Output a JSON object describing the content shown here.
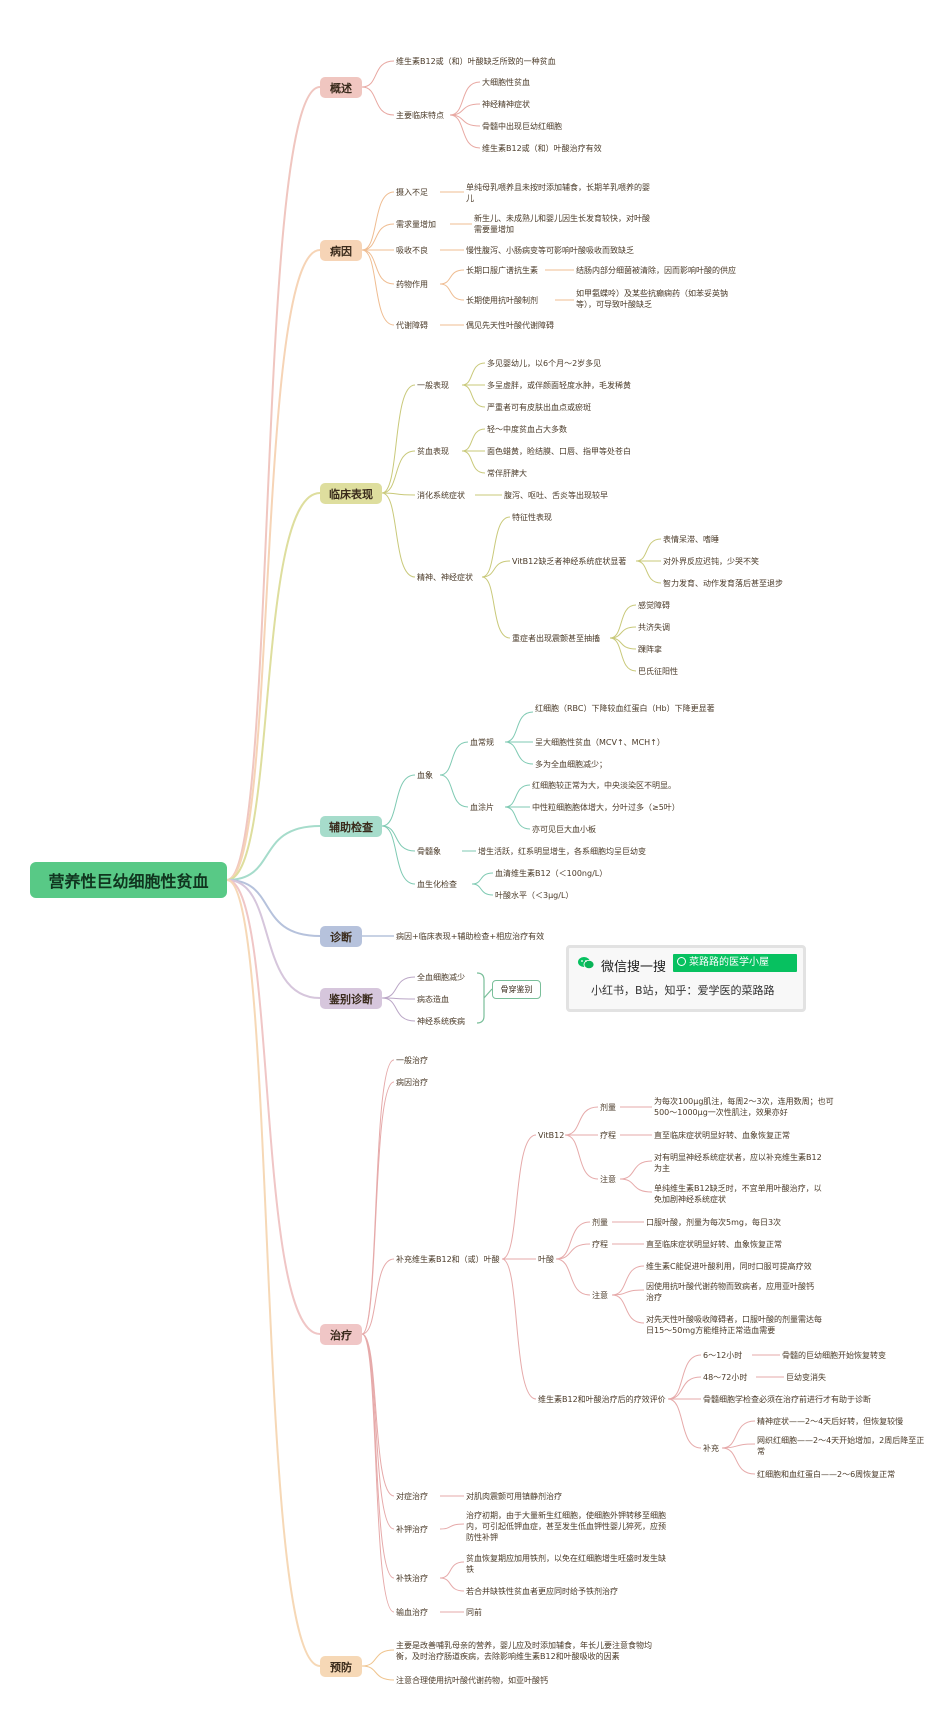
{
  "title": "营养性巨幼细胞性贫血",
  "colors": {
    "root": "#58c986",
    "overview": "#f0c6c0",
    "cause": "#f6d4b6",
    "clinical": "#dede9e",
    "exam": "#a6dccb",
    "diagnosis": "#b6c2dc",
    "differential": "#d6c6dc",
    "treatment": "#f0c6c6",
    "prevention": "#f6d8b6"
  },
  "branches": {
    "overview": {
      "label": "概述",
      "def": "维生素B12或（和）叶酸缺乏所致的一种贫血",
      "features_label": "主要临床特点",
      "features": [
        "大细胞性贫血",
        "神经精神症状",
        "骨髓中出现巨幼红细胞",
        "维生素B12或（和）叶酸治疗有效"
      ]
    },
    "cause": {
      "label": "病因",
      "intake": "摄入不足",
      "intake_detail": "单纯母乳喂养且未按时添加辅食，长期羊乳喂养的婴儿",
      "demand": "需求量增加",
      "demand_detail": "新生儿、未成熟儿和婴儿因生长发育较快，对叶酸需要量增加",
      "absorb": "吸收不良",
      "absorb_detail": "慢性腹泻、小肠病变等可影响叶酸吸收而致缺乏",
      "drug": "药物作用",
      "drug_a": "长期口服广谱抗生素",
      "drug_a_detail": "结肠内部分细菌被清除，因而影响叶酸的供应",
      "drug_b": "长期使用抗叶酸制剂",
      "drug_b_detail": "如甲氨蝶呤）及某些抗癫痫药（如苯妥英钠等），可导致叶酸缺乏",
      "metab": "代谢障碍",
      "metab_detail": "偶见先天性叶酸代谢障碍"
    },
    "clinical": {
      "label": "临床表现",
      "general": "一般表现",
      "general_items": [
        "多见婴幼儿，以6个月～2岁多见",
        "多呈虚胖，或伴颜面轻度水肿，毛发稀黄",
        "严重者可有皮肤出血点或瘀斑"
      ],
      "anemia": "贫血表现",
      "anemia_items": [
        "轻～中度贫血占大多数",
        "面色蜡黄，睑结膜、口唇、指甲等处苍白",
        "常伴肝脾大"
      ],
      "digest": "消化系统症状",
      "digest_detail": "腹泻、呕吐、舌炎等出现较早",
      "neuro": "精神、神经症状",
      "neuro_feature": "特征性表现",
      "neuro_vit": "VitB12缺乏者神经系统症状显著",
      "neuro_vit_items": [
        "表情呆滞、嗜睡",
        "对外界反应迟钝，少哭不笑",
        "智力发育、动作发育落后甚至退步"
      ],
      "neuro_severe": "重症者出现震颤甚至抽搐",
      "neuro_severe_items": [
        "感觉障碍",
        "共济失调",
        "踝阵挛",
        "巴氏征阳性"
      ]
    },
    "exam": {
      "label": "辅助检查",
      "blood": "血象",
      "routine": "血常规",
      "routine_items": [
        "红细胞（RBC）下降较血红蛋白（Hb）下降更显著",
        "呈大细胞性贫血（MCV↑、MCH↑）",
        "多为全血细胞减少；"
      ],
      "smear": "血涂片",
      "smear_items": [
        "红细胞较正常为大，中央淡染区不明显。",
        "中性粒细胞胞体增大，分叶过多（≥5叶）",
        "亦可见巨大血小板"
      ],
      "marrow": "骨髓象",
      "marrow_detail": "增生活跃，红系明显增生，各系细胞均呈巨幼变",
      "biochem": "血生化检查",
      "biochem_items": [
        "血清维生素B12（＜100ng/L）",
        "叶酸水平（＜3μg/L）"
      ]
    },
    "diagnosis": {
      "label": "诊断",
      "detail": "病因+临床表现+辅助检查+相应治疗有效"
    },
    "differential": {
      "label": "鉴别诊断",
      "items": [
        "全血细胞减少",
        "病态造血",
        "神经系统疾病"
      ],
      "tag": "骨穿鉴别"
    },
    "treatment": {
      "label": "治疗",
      "general": "一般治疗",
      "cause": "病因治疗",
      "supplement": "补充维生素B12和（或）叶酸",
      "vitb12": "VitB12",
      "b12_dose": "剂量",
      "b12_dose_detail": "为每次100μg肌注，每周2～3次，连用数周；也可500～1000μg一次性肌注，效果亦好",
      "b12_course": "疗程",
      "b12_course_detail": "直至临床症状明显好转、血象恢复正常",
      "b12_note": "注意",
      "b12_note_items": [
        "对有明显神经系统症状者，应以补充维生素B12为主",
        "单纯维生素B12缺乏时，不宜单用叶酸治疗，以免加剧神经系统症状"
      ],
      "folate": "叶酸",
      "fa_dose": "剂量",
      "fa_dose_detail": "口服叶酸，剂量为每次5mg，每日3次",
      "fa_course": "疗程",
      "fa_course_detail": "直至临床症状明显好转、血象恢复正常",
      "fa_note": "注意",
      "fa_note_items": [
        "维生素C能促进叶酸利用，同时口服可提高疗效",
        "因使用抗叶酸代谢药物而致病者，应用亚叶酸钙治疗",
        "对先天性叶酸吸收障碍者，口服叶酸的剂量需达每日15～50mg方能维持正常造血需要"
      ],
      "eval": "维生素B12和叶酸治疗后的疗效评价",
      "eval_6": "6～12小时",
      "eval_6_detail": "骨髓的巨幼细胞开始恢复转变",
      "eval_48": "48～72小时",
      "eval_48_detail": "巨幼变消失",
      "eval_marrow": "骨髓细胞学检查必须在治疗前进行才有助于诊断",
      "eval_supp": "补充",
      "eval_supp_items": [
        "精神症状——2～4天后好转，但恢复较慢",
        "网织红细胞——2～4天开始增加，2周后降至正常",
        "红细胞和血红蛋白——2～6周恢复正常"
      ],
      "symptom": "对症治疗",
      "symptom_detail": "对肌肉震颤可用镇静剂治疗",
      "potassium": "补钾治疗",
      "potassium_detail": "治疗初期，由于大量新生红细胞，使细胞外钾转移至细胞内，可引起低钾血症，甚至发生低血钾性婴儿猝死，应预防性补钾",
      "iron": "补铁治疗",
      "iron_items": [
        "贫血恢复期应加用铁剂，以免在红细胞增生旺盛时发生缺铁",
        "若合并缺铁性贫血者更应同时给予铁剂治疗"
      ],
      "transfusion": "输血治疗",
      "transfusion_detail": "同前"
    },
    "prevention": {
      "label": "预防",
      "items": [
        "主要是改善哺乳母亲的营养，婴儿应及时添加辅食，年长儿要注意食物均衡，及时治疗肠道疾病，去除影响维生素B12和叶酸吸收的因素",
        "注意合理使用抗叶酸代谢药物，如亚叶酸钙"
      ]
    }
  },
  "banner": {
    "search_text": "微信搜一搜",
    "account": "菜路路的医学小屋",
    "subtitle": "小红书，B站，知乎：爱学医的菜路路"
  }
}
